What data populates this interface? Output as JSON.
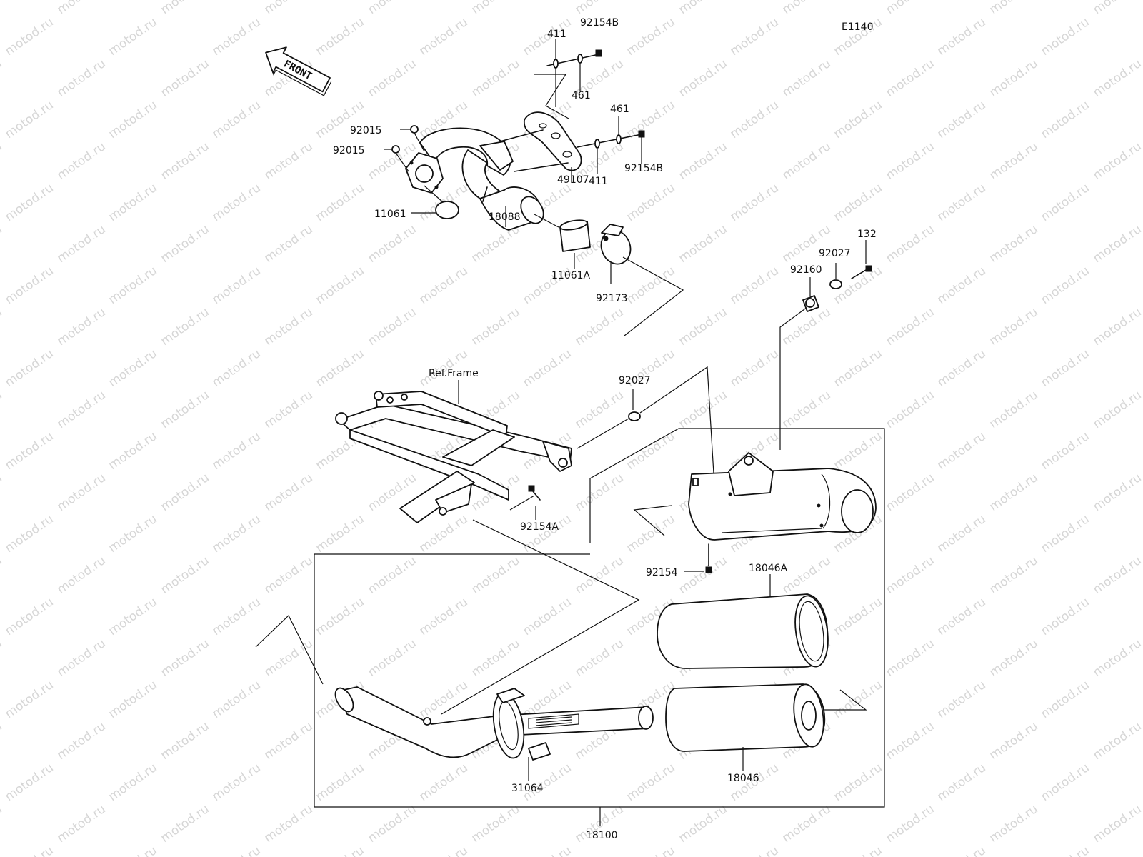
{
  "diagram_code": "E1140",
  "watermark": "motod.ru",
  "front_arrow_label": "FRONT",
  "frame_ref_label": "Ref.Frame",
  "parts": {
    "p411_top": "411",
    "p92154B_top": "92154B",
    "p461_top": "461",
    "p461_mid": "461",
    "p92154B_mid": "92154B",
    "p411_mid": "411",
    "p49107": "49107",
    "p92015_a": "92015",
    "p92015_b": "92015",
    "p11061": "11061",
    "p18088": "18088",
    "p11061A": "11061A",
    "p92173": "92173",
    "p132": "132",
    "p92027_top": "92027",
    "p92160": "92160",
    "p92027_mid": "92027",
    "p92154A": "92154A",
    "p92154": "92154",
    "p18046A": "18046A",
    "p18046": "18046",
    "p31064": "31064",
    "p18100": "18100"
  }
}
